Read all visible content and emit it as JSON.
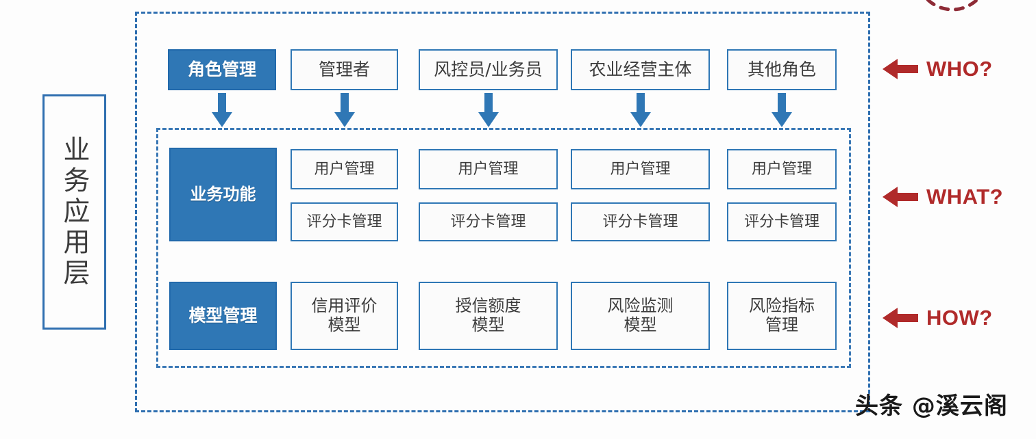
{
  "diagram": {
    "layer_label": "业务应用层",
    "roles_row": {
      "label_box": "角色管理",
      "items": [
        "管理者",
        "风控员/业务员",
        "农业经营主体",
        "其他角色"
      ]
    },
    "functions_row": {
      "label_box": "业务功能",
      "columns": [
        {
          "top": "用户管理",
          "bottom": "评分卡管理"
        },
        {
          "top": "用户管理",
          "bottom": "评分卡管理"
        },
        {
          "top": "用户管理",
          "bottom": "评分卡管理"
        },
        {
          "top": "用户管理",
          "bottom": "评分卡管理"
        }
      ]
    },
    "models_row": {
      "label_box": "模型管理",
      "items": [
        "信用评价\n模型",
        "授信额度\n模型",
        "风险监测\n模型",
        "风险指标\n管理"
      ]
    },
    "annotations": [
      {
        "label": "WHO?",
        "icon": "left-arrow-icon"
      },
      {
        "label": "WHAT?",
        "icon": "left-arrow-icon"
      },
      {
        "label": "HOW?",
        "icon": "left-arrow-icon"
      }
    ],
    "watermark": "头条 @溪云阁",
    "colors": {
      "accent_blue": "#2f77b5",
      "border_blue": "#2169ab",
      "dashed_blue": "#2f6fb0",
      "annotation_red": "#b02a2a",
      "arc_red": "#8e2b36",
      "background": "#fdfdfd"
    }
  }
}
